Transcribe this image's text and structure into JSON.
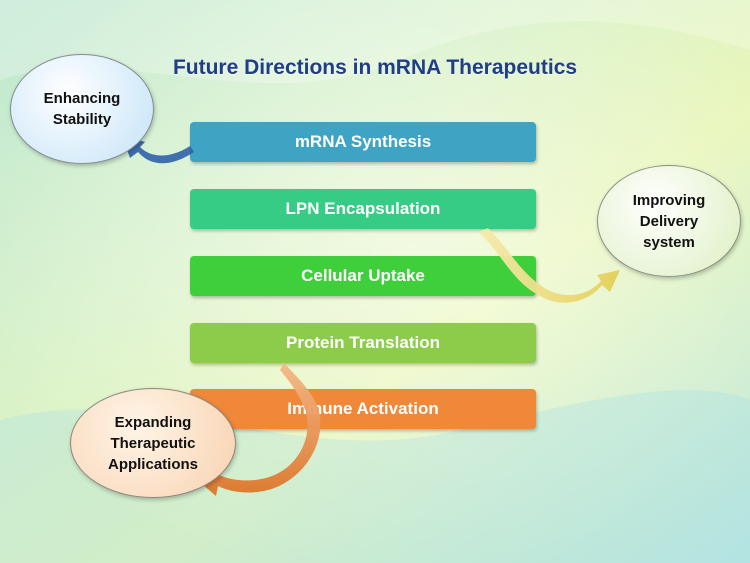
{
  "title": "Future Directions in mRNA Therapeutics",
  "steps": [
    {
      "label": "mRNA Synthesis",
      "color": "#3fa4c4"
    },
    {
      "label": "LPN Encapsulation",
      "color": "#36cc85"
    },
    {
      "label": "Cellular Uptake",
      "color": "#3fcf3a"
    },
    {
      "label": "Protein Translation",
      "color": "#8ccc4a"
    },
    {
      "label": "Immune Activation",
      "color": "#f0883a"
    }
  ],
  "bubbles": {
    "stability": {
      "line1": "Enhancing",
      "line2": "Stability"
    },
    "delivery": {
      "line1": "Improving",
      "line2": "Delivery",
      "line3": "system"
    },
    "applications": {
      "line1": "Expanding",
      "line2": "Therapeutic",
      "line3": "Applications"
    }
  },
  "colors": {
    "title": "#1f3e86",
    "arrow_blue": "#2f62a8",
    "arrow_yellow": "#e8d56a",
    "arrow_orange": "#e07a30"
  }
}
